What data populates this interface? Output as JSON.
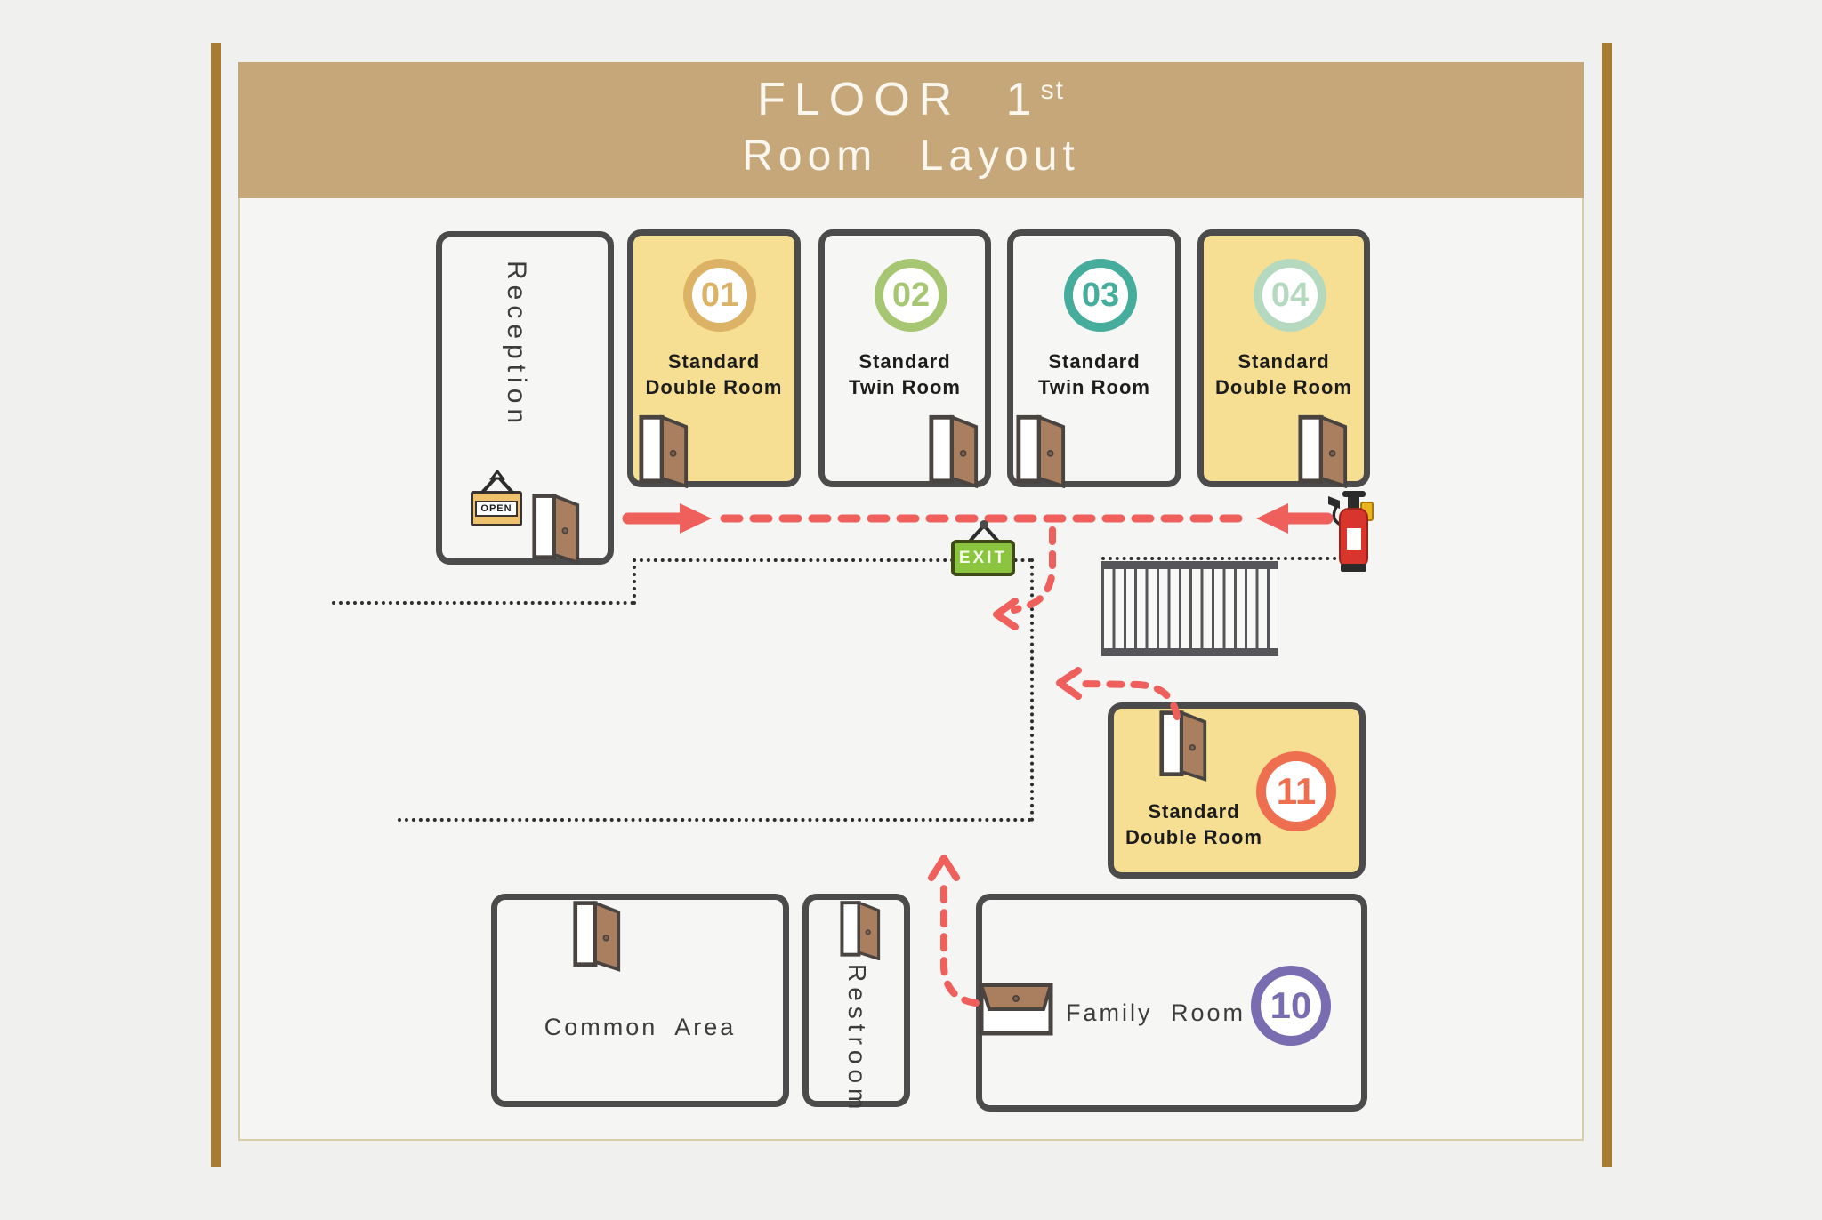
{
  "header": {
    "line1": "FLOOR 1",
    "line1_sup": "st",
    "line2": "Room Layout"
  },
  "rooms": [
    {
      "number": "01",
      "name_line1": "Standard",
      "name_line2": "Double Room",
      "badge_color": "#dcb266",
      "fill": "#f6df93"
    },
    {
      "number": "02",
      "name_line1": "Standard",
      "name_line2": "Twin Room",
      "badge_color": "#a6c672",
      "fill": "#f6f6f4"
    },
    {
      "number": "03",
      "name_line1": "Standard",
      "name_line2": "Twin Room",
      "badge_color": "#46ad9c",
      "fill": "#f6f6f4"
    },
    {
      "number": "04",
      "name_line1": "Standard",
      "name_line2": "Double Room",
      "badge_color": "#b5d9bf",
      "fill": "#f6df93"
    },
    {
      "number": "11",
      "name_line1": "Standard",
      "name_line2": "Double Room",
      "badge_color": "#ee6e50",
      "fill": "#f6df93"
    },
    {
      "number": "10",
      "name": "Family Room",
      "badge_color": "#7a6cb0",
      "fill": "#f6f6f4"
    }
  ],
  "areas": {
    "reception": "Reception",
    "common_area": "Common  Area",
    "restroom": "Restroom"
  },
  "signs": {
    "exit": "EXIT",
    "open": "OPEN"
  },
  "icons": {
    "door": "open-door-icon",
    "fire_extinguisher": "fire-extinguisher-icon",
    "stairs": "stairs-icon",
    "sign_hanger": "hanging-sign-knob",
    "route_arrow": "red-dashed-evacuation-arrow"
  },
  "colors": {
    "banner": "#c5a77a",
    "side_bar": "#a87c30",
    "highlight_room": "#f6df93",
    "wall_outline": "#4b4b4b",
    "route_red": "#ef5f5c",
    "exit_green": "#8bc540",
    "door_brown": "#a97f60"
  }
}
